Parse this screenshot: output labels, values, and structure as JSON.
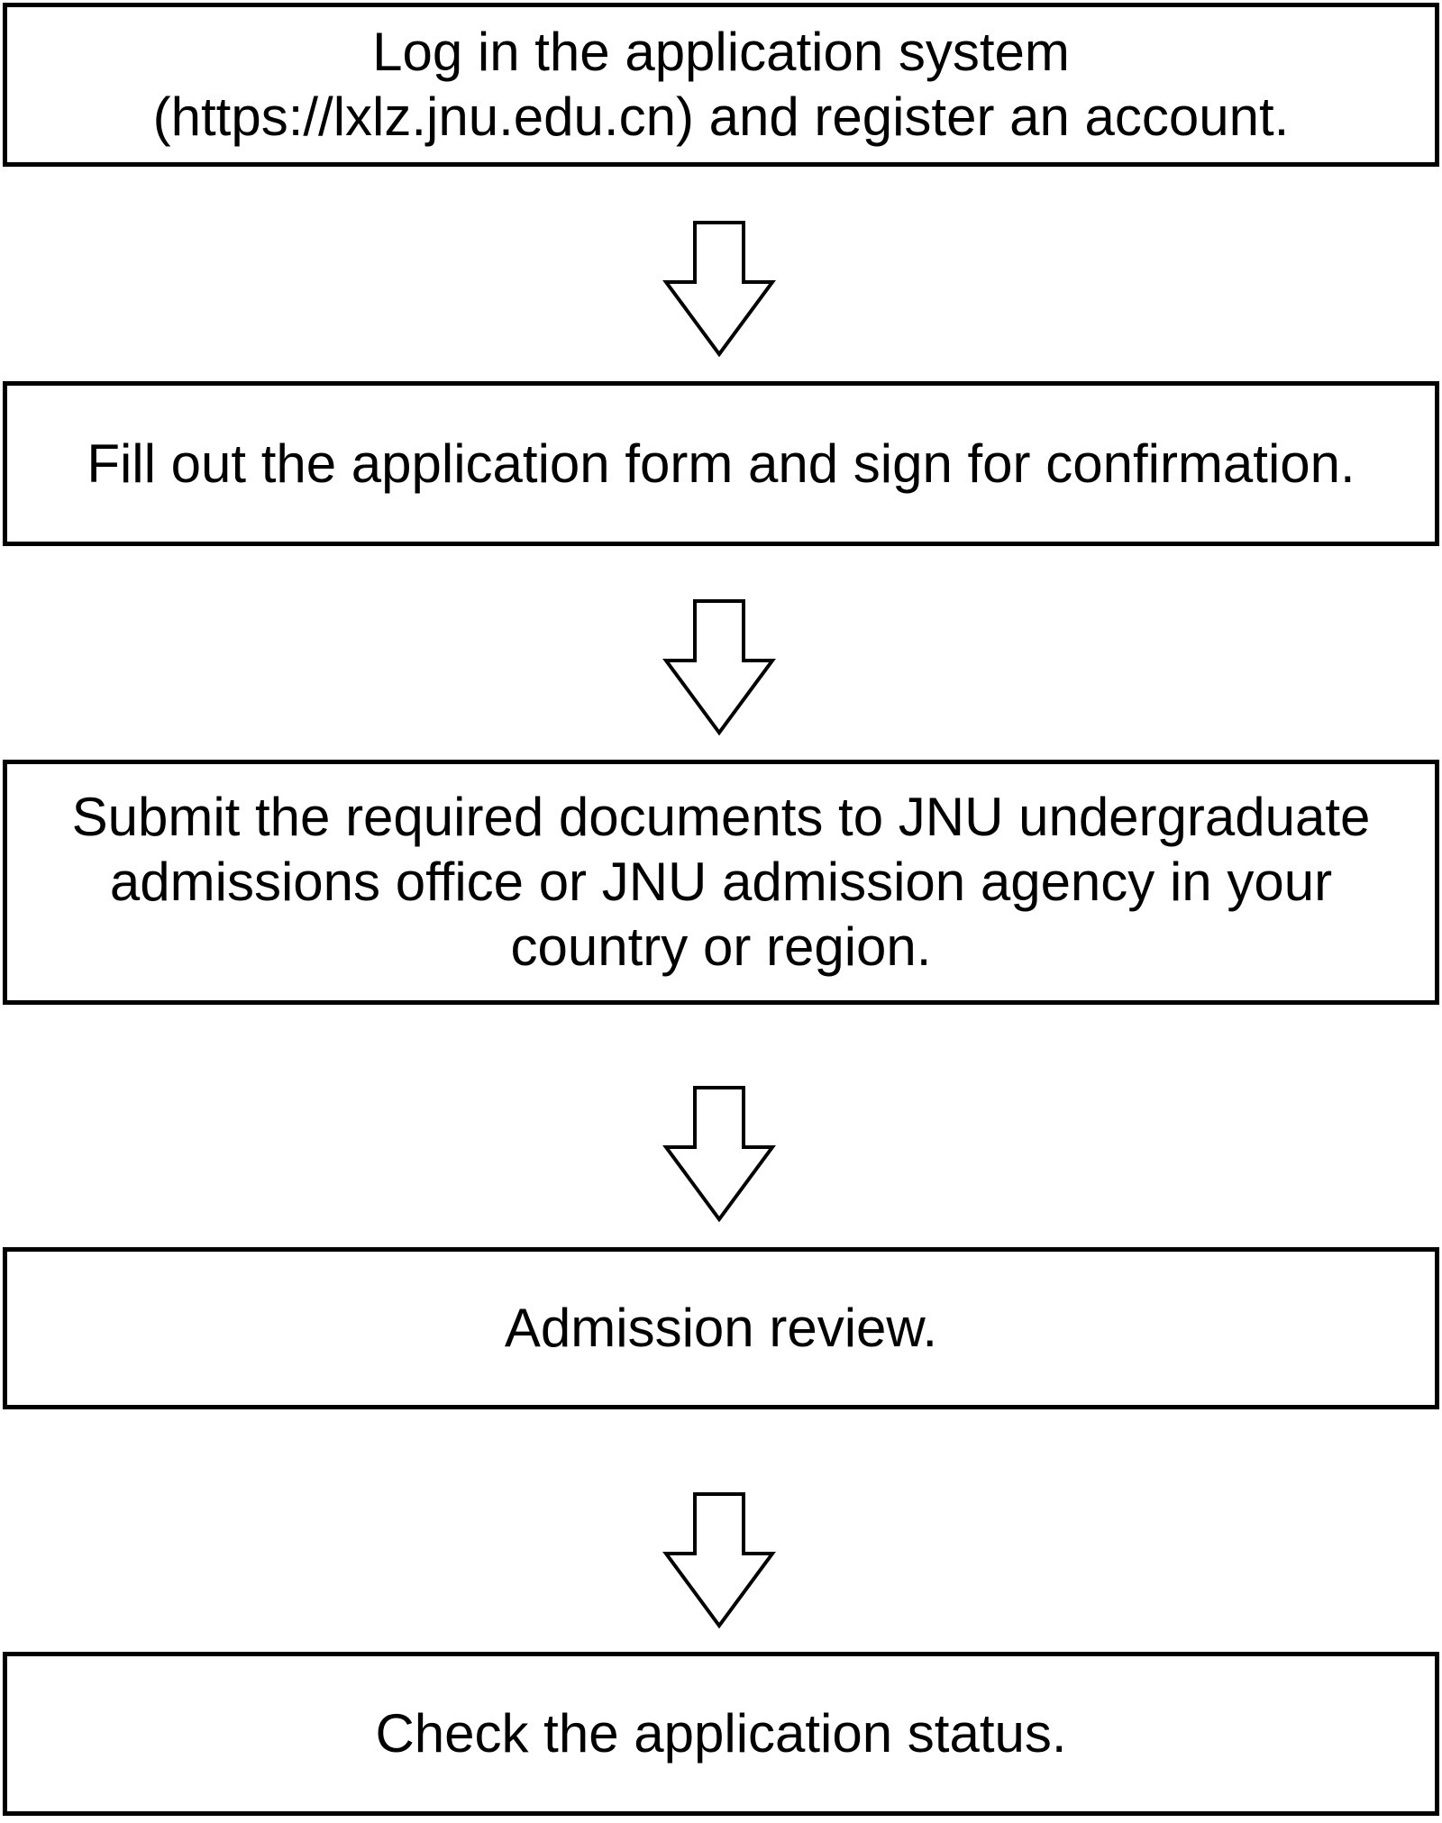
{
  "flowchart": {
    "steps": [
      {
        "id": "login-register",
        "lines": [
          "Log in the application system",
          "(https://lxlz.jnu.edu.cn) and register an account."
        ]
      },
      {
        "id": "fill-form",
        "lines": [
          "Fill out the application form and sign for confirmation."
        ]
      },
      {
        "id": "submit-documents",
        "lines": [
          "Submit the required documents to JNU undergraduate",
          "admissions office or JNU admission agency in your",
          "country or region."
        ]
      },
      {
        "id": "admission-review",
        "lines": [
          "Admission review."
        ]
      },
      {
        "id": "check-status",
        "lines": [
          "Check the application status."
        ]
      }
    ],
    "connector_icon": "down-arrow-icon",
    "colors": {
      "background": "#ffffff",
      "border": "#000000",
      "text": "#000000",
      "arrow_outline": "#000000",
      "arrow_fill": "#ffffff"
    }
  }
}
